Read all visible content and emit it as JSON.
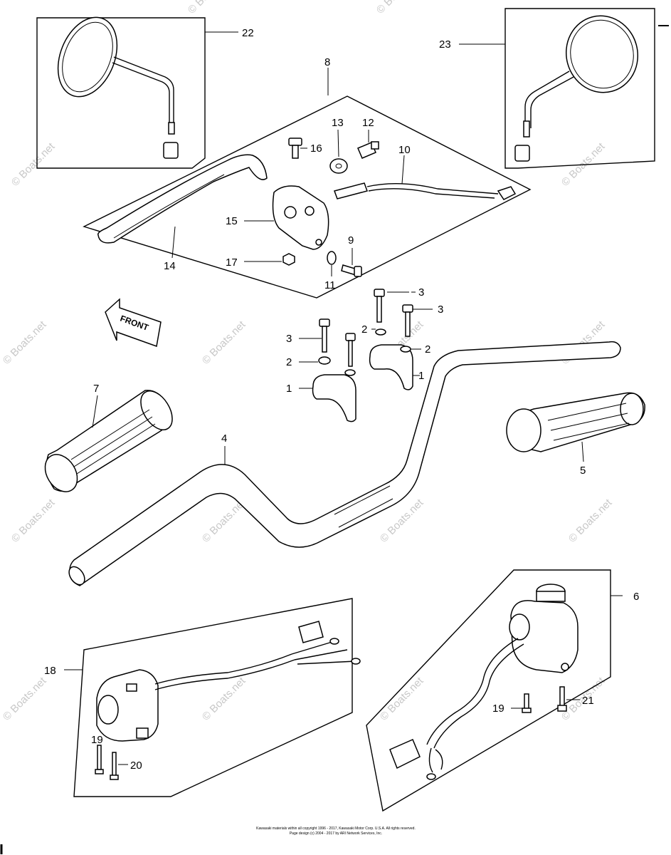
{
  "diagram": {
    "callouts": [
      "22",
      "23",
      "8",
      "13",
      "12",
      "16",
      "10",
      "15",
      "14",
      "17",
      "9",
      "11",
      "3",
      "3",
      "2",
      "3",
      "2",
      "2",
      "1",
      "1",
      "7",
      "4",
      "5",
      "6",
      "18",
      "19",
      "20",
      "19",
      "21"
    ],
    "front_arrow": "FRONT",
    "watermark": "© Boats.net",
    "copyright_line1": "Kawasaki materials within all copyright 1996 - 2017, Kawasaki Motor Corp. U.S.A.  All rights reserved.",
    "copyright_line2": "Page design (c) 2004 - 2017 by ARI Network Services, Inc."
  }
}
